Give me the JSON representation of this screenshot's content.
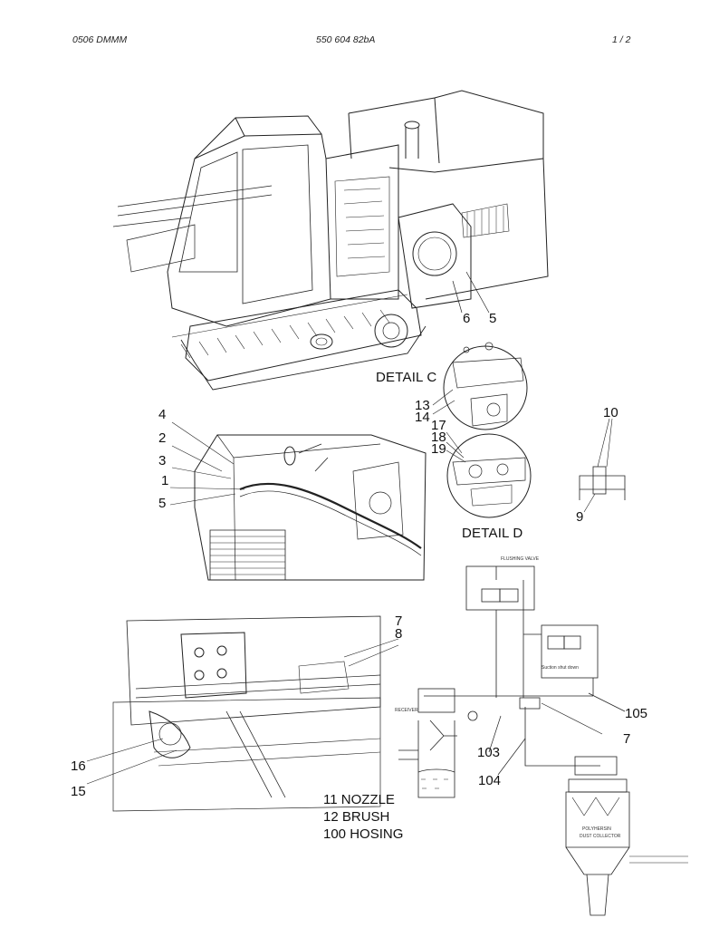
{
  "header": {
    "left": "0506 DMMM",
    "center": "550 604 82bA",
    "right": "1 /   2"
  },
  "callouts": {
    "c6": "6",
    "c5a": "5",
    "c13": "13",
    "c14": "14",
    "c17": "17",
    "c18": "18",
    "c19": "19",
    "c10": "10",
    "c9": "9",
    "c4": "4",
    "c2": "2",
    "c3": "3",
    "c1": "1",
    "c5b": "5",
    "c7a": "7",
    "c8": "8",
    "c16": "16",
    "c15": "15",
    "c105": "105",
    "c7b": "7",
    "c103": "103",
    "c104": "104"
  },
  "details": {
    "c": "DETAIL C",
    "d": "DETAIL D"
  },
  "legend": [
    "11  NOZZLE",
    "12  BRUSH",
    "100  HOSING"
  ],
  "schematic": {
    "flushing_valve": "FLUSHING VALVE",
    "suction_shutdown": "Suction shut down",
    "receiver": "RECEIVER",
    "dust_collector_1": "POLYHERSIN",
    "dust_collector_2": "DUST COLLECTOR"
  }
}
